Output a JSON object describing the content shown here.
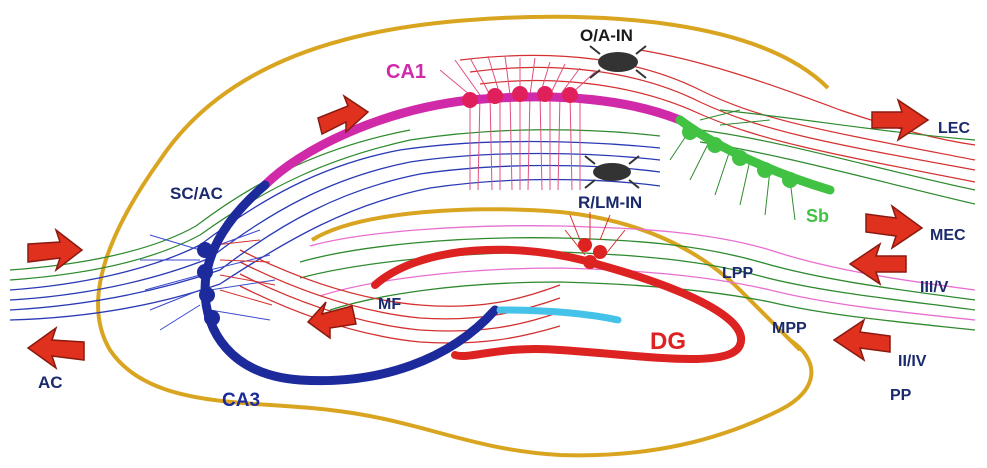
{
  "labels": {
    "ca1": "CA1",
    "oa_in": "O/A-IN",
    "rlm_in": "R/LM-IN",
    "sc_ac": "SC/AC",
    "ca3": "CA3",
    "mf": "MF",
    "dg": "DG",
    "sb": "Sb",
    "lec": "LEC",
    "mec": "MEC",
    "iii_v": "III/V",
    "ii_iv": "II/IV",
    "lpp": "LPP",
    "mpp": "MPP",
    "pp": "PP",
    "ac": "AC"
  },
  "colors": {
    "outline": "#d9a520",
    "ca1_band": "#d02aa8",
    "ca3_band": "#1d2a9c",
    "dg_band": "#dd2222",
    "dg_tail": "#45c2e8",
    "subiculum": "#42c242",
    "arrow": "#e0301e",
    "axon_blue": "#2a3ab5",
    "axon_green": "#2e8a2e",
    "axon_pink": "#e86fd0",
    "axon_red": "#d43030",
    "label_navy": "#1a2a6c",
    "interneuron": "#333333"
  }
}
